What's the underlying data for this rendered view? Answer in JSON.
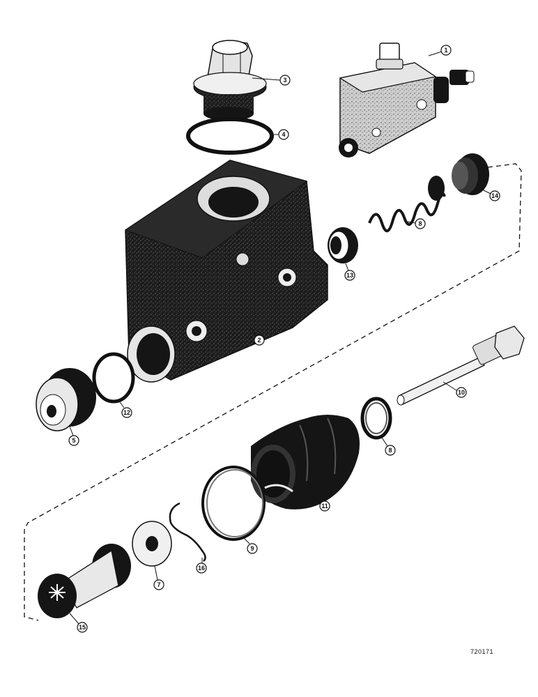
{
  "callouts": [
    {
      "id": "callout-1",
      "label": "1"
    },
    {
      "id": "callout-3",
      "label": "3"
    },
    {
      "id": "callout-4",
      "label": "4"
    },
    {
      "id": "callout-14",
      "label": "14"
    },
    {
      "id": "callout-8-spring",
      "label": "8"
    },
    {
      "id": "callout-13",
      "label": "13"
    },
    {
      "id": "callout-2",
      "label": "2"
    },
    {
      "id": "callout-12",
      "label": "12"
    },
    {
      "id": "callout-5",
      "label": "5"
    },
    {
      "id": "callout-10-pushrod",
      "label": "10"
    },
    {
      "id": "callout-8-ring",
      "label": "8"
    },
    {
      "id": "callout-11",
      "label": "11"
    },
    {
      "id": "callout-9",
      "label": "9"
    },
    {
      "id": "callout-16",
      "label": "16"
    },
    {
      "id": "callout-7",
      "label": "7"
    },
    {
      "id": "callout-15",
      "label": "15"
    }
  ],
  "drawing_number": "720171"
}
